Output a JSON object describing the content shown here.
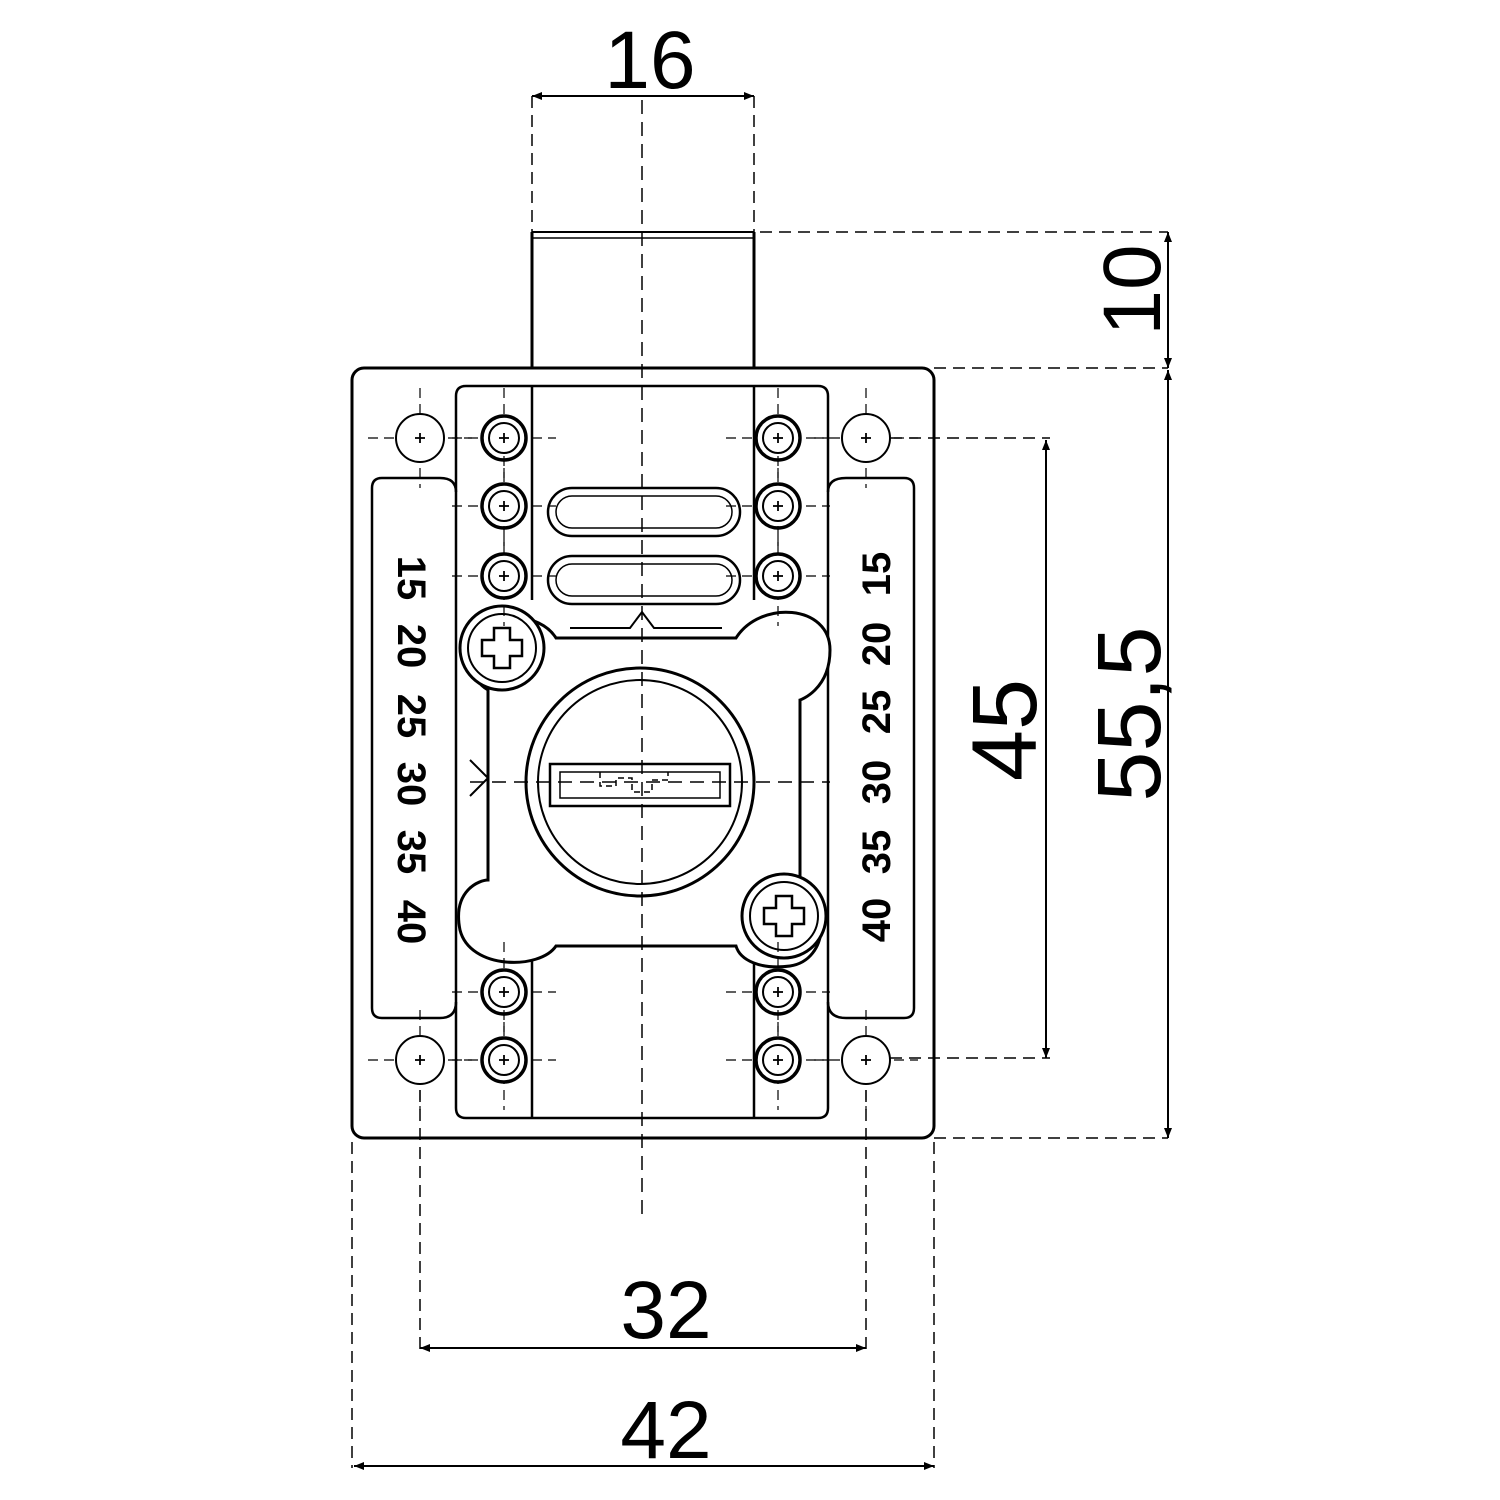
{
  "dimensions": {
    "bolt_width": "16",
    "bolt_projection": "10",
    "body_height": "55,5",
    "screw_spacing_vertical": "45",
    "screw_spacing_horizontal": "32",
    "body_width": "42"
  },
  "scale_left": [
    "15",
    "20",
    "25",
    "30",
    "35",
    "40"
  ],
  "scale_right": [
    "15",
    "20",
    "25",
    "30",
    "35",
    "40"
  ],
  "colors": {
    "line": "#000000",
    "background": "#ffffff"
  }
}
